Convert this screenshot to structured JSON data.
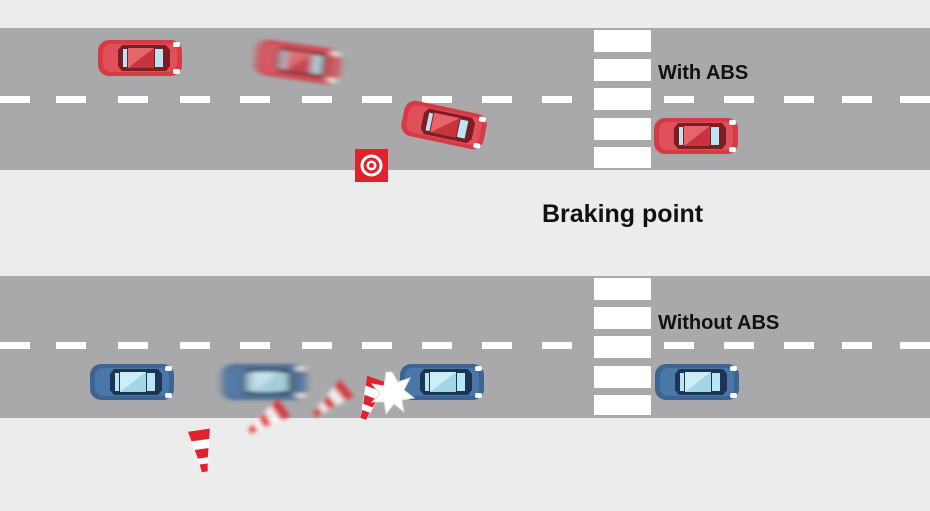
{
  "labels": {
    "with_abs": "With ABS",
    "braking_point": "Braking point",
    "without_abs": "Without ABS"
  },
  "colors": {
    "background": "#ececec",
    "road": "#a9a9ab",
    "lane_marking": "#ffffff",
    "car_abs": "#d63b45",
    "car_no_abs": "#3c6593",
    "windshield": "#b8e6f2",
    "target_sign": "#e0222c",
    "cone_stripe": "#e0222c"
  },
  "icons": {
    "braking_point_marker": "target-icon",
    "impact": "crash-burst-icon",
    "obstacle": "traffic-cone-icon"
  }
}
